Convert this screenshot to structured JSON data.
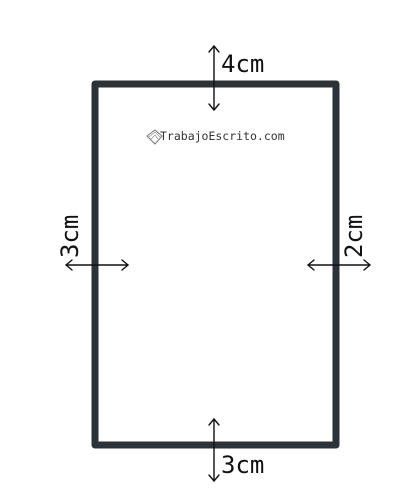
{
  "margins": {
    "top": "4cm",
    "bottom": "3cm",
    "left": "3cm",
    "right": "2cm"
  },
  "watermark": {
    "text": "TrabajoEscrito.com",
    "icon": "book-logo-icon"
  },
  "colors": {
    "page_border": "#2b3338",
    "arrows_and_text": "#111111",
    "background": "#ffffff"
  }
}
